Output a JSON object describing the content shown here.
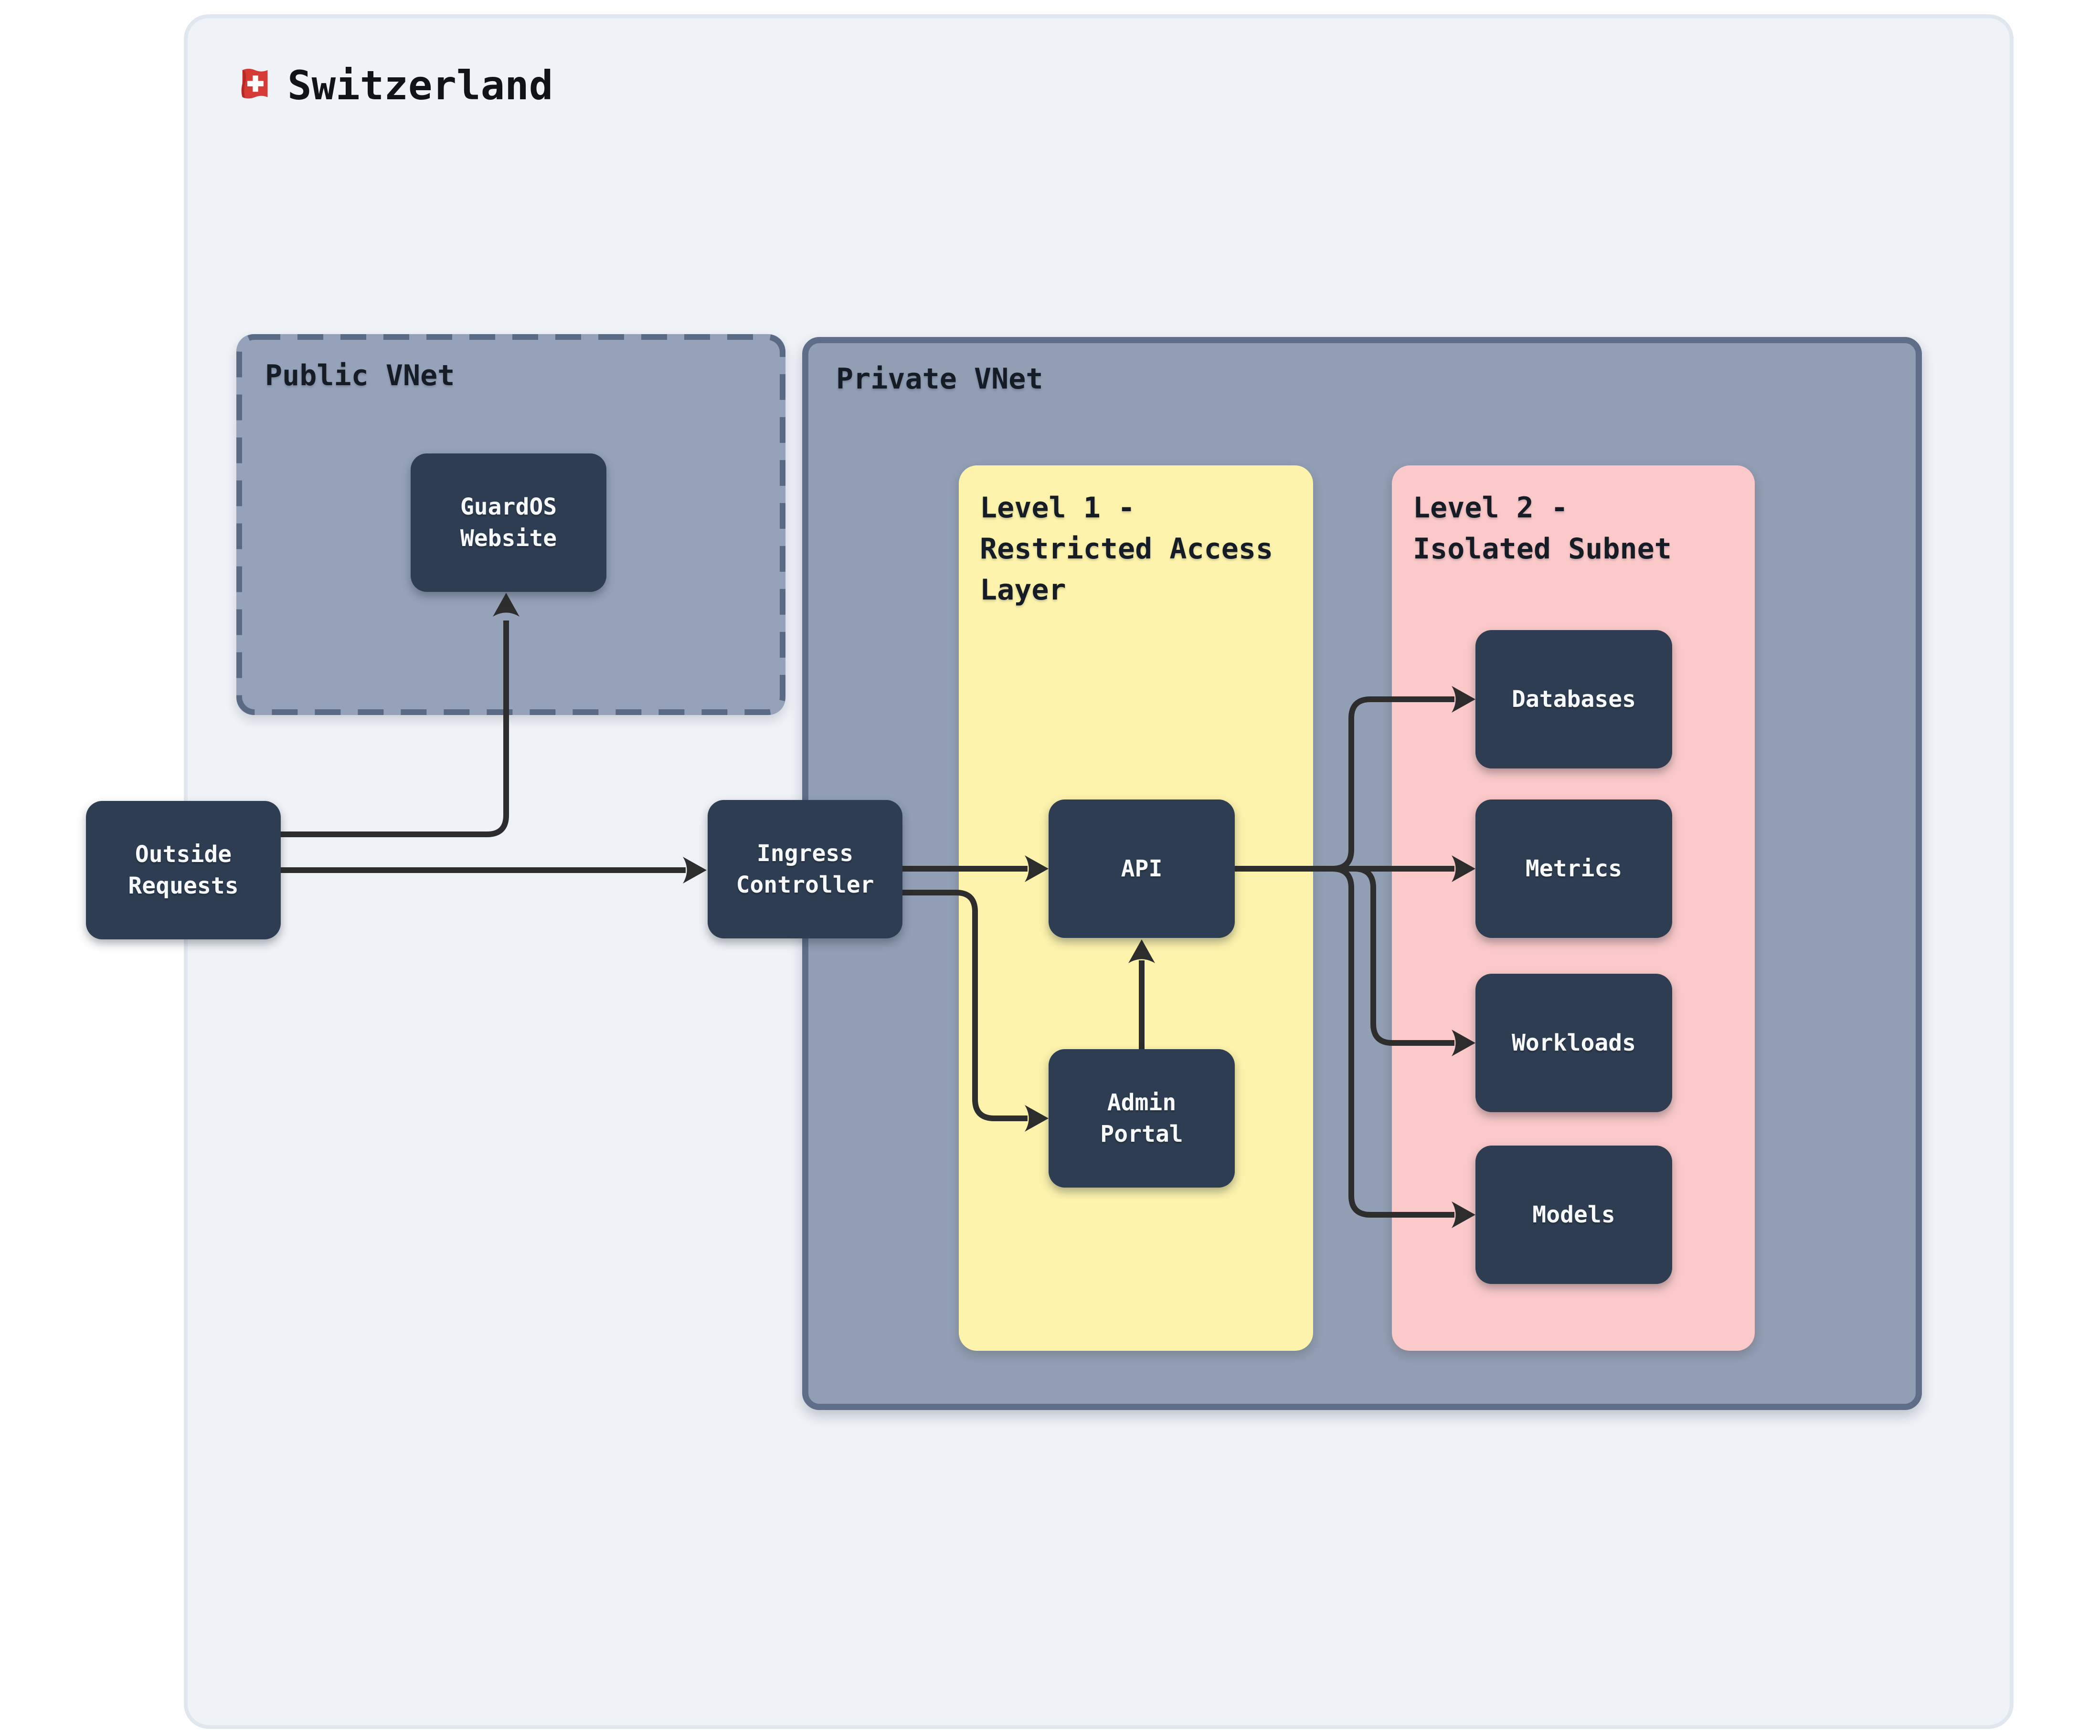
{
  "title": {
    "text": "Switzerland",
    "flag_icon": "swiss-flag"
  },
  "zones": {
    "public_vnet": {
      "label": "Public VNet"
    },
    "private_vnet": {
      "label": "Private VNet"
    },
    "level1": {
      "label": "Level 1 -\nRestricted Access\nLayer"
    },
    "level2": {
      "label": "Level 2 -\nIsolated Subnet"
    }
  },
  "nodes": {
    "outside_requests": {
      "label": "Outside\nRequests"
    },
    "guardos_website": {
      "label": "GuardOS\nWebsite"
    },
    "ingress_controller": {
      "label": "Ingress\nController"
    },
    "api": {
      "label": "API"
    },
    "admin_portal": {
      "label": "Admin\nPortal"
    },
    "databases": {
      "label": "Databases"
    },
    "metrics": {
      "label": "Metrics"
    },
    "workloads": {
      "label": "Workloads"
    },
    "models": {
      "label": "Models"
    }
  },
  "edges": [
    {
      "from": "outside_requests",
      "to": "guardos_website"
    },
    {
      "from": "outside_requests",
      "to": "ingress_controller"
    },
    {
      "from": "ingress_controller",
      "to": "api"
    },
    {
      "from": "ingress_controller",
      "to": "admin_portal"
    },
    {
      "from": "admin_portal",
      "to": "api"
    },
    {
      "from": "api",
      "to": "databases"
    },
    {
      "from": "api",
      "to": "metrics"
    },
    {
      "from": "api",
      "to": "workloads"
    },
    {
      "from": "api",
      "to": "models"
    }
  ],
  "colors": {
    "page_bg": "#ffffff",
    "canvas_bg": "#eff2f7",
    "canvas_border": "#e1e7ef",
    "vnet_fill": "#95a2b9",
    "vnet_fill_private": "#919eb4",
    "vnet_border": "#5f6d88",
    "vnet_dash": "#5b6a84",
    "level1_fill": "#fdf3ac",
    "level2_fill": "#fbc9c9",
    "node_fill": "#2e3d51",
    "node_text": "#f7f9fb",
    "label_text": "#151c26",
    "arrow": "#2d2d2d",
    "flag_red": "#d63a34"
  }
}
